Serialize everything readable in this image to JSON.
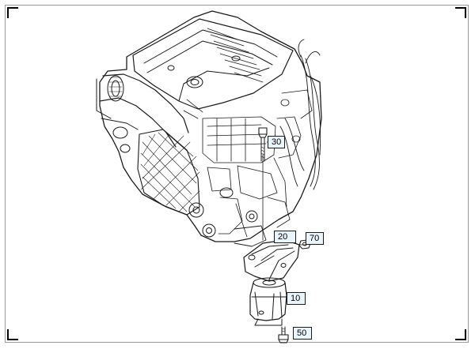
{
  "callouts": {
    "c30": "30",
    "c20": "20",
    "c70": "70",
    "c10": "10",
    "c50": "50"
  },
  "colors": {
    "line": "#1a1a1a",
    "callout_fill": "#eaf4fb",
    "frame": "#9a9a9a"
  }
}
